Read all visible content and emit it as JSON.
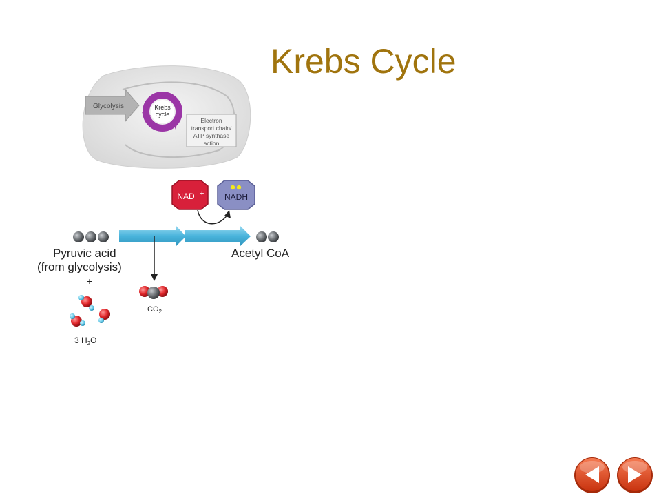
{
  "slide": {
    "title": "Krebs Cycle"
  },
  "inset": {
    "glycolysis_label": "Glycolysis",
    "krebs_label_line1": "Krebs",
    "krebs_label_line2": "cycle",
    "etc_line1": "Electron",
    "etc_line2": "transport chain/",
    "etc_line3": "ATP synthase",
    "etc_line4": "action"
  },
  "reaction": {
    "nad_plus": "NAD",
    "nad_plus_sign": "+",
    "nadh": "NADH",
    "pyruvic_line1": "Pyruvic acid",
    "pyruvic_line2": "(from glycolysis)",
    "plus_sign": "+",
    "acetyl_coa": "Acetyl CoA",
    "co2_base": "CO",
    "co2_sub": "2",
    "water_prefix": "3 H",
    "water_sub": "2",
    "water_suffix": "O"
  },
  "navigation": {
    "back_icon": "triangle-left",
    "forward_icon": "triangle-right",
    "button_color": "#e8451b"
  },
  "colors": {
    "title": "#a0740e",
    "krebs_ring": "#9b36a6",
    "nad_plus": "#d8203a",
    "nadh": "#8a8fc4",
    "arrow": "#4ab4dc",
    "oxygen": "#e0262a",
    "hydrogen": "#5ec7e6",
    "carbon": "#6e7276"
  }
}
